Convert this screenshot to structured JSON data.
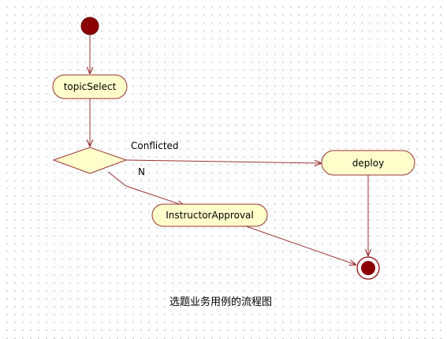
{
  "diagram": {
    "nodes": {
      "topic_select": "topicSelect",
      "deploy": "deploy",
      "instructor_approval": "InstructorApproval"
    },
    "edge_labels": {
      "conflicted": "Conflicted",
      "n": "N"
    },
    "caption": "选题业务用例的流程图"
  },
  "colors": {
    "node_fill": "#ffffcc",
    "node_stroke": "#993333",
    "edge": "#993333",
    "start_fill": "#8b0000",
    "end_fill": "#8b0000"
  }
}
